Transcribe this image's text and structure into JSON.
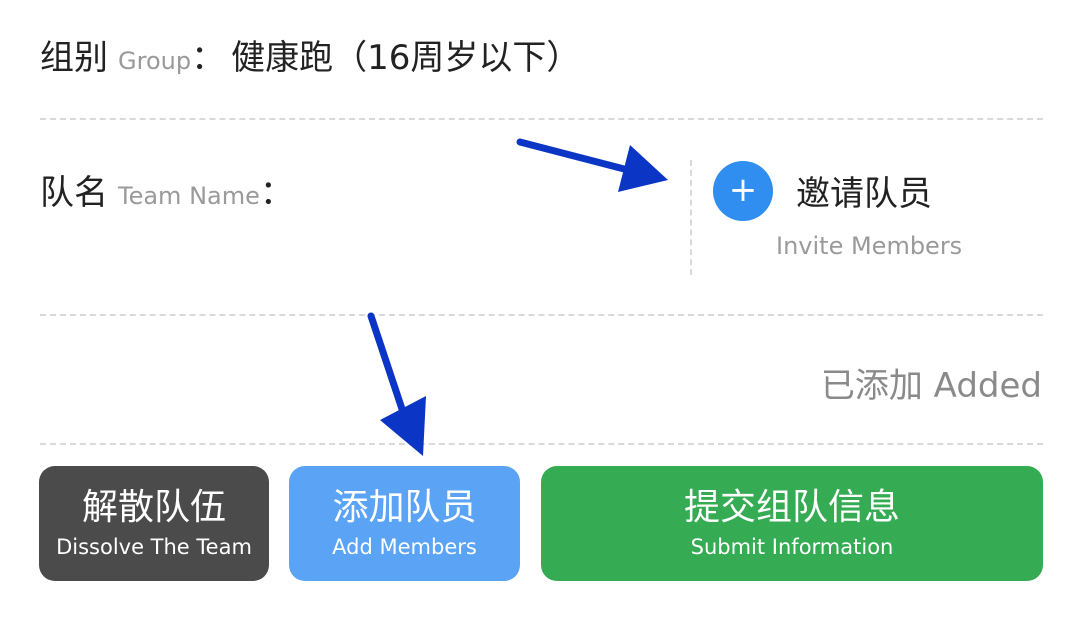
{
  "group": {
    "label_cn": "组别",
    "label_en": "Group",
    "colon": "：",
    "value": "健康跑（16周岁以下）"
  },
  "team": {
    "label_cn": "队名",
    "label_en": "Team Name",
    "colon": "："
  },
  "invite": {
    "icon": "plus-icon",
    "icon_glyph": "+",
    "label_cn": "邀请队员",
    "label_en": "Invite Members"
  },
  "added": {
    "text": "已添加 Added"
  },
  "buttons": {
    "dissolve": {
      "cn": "解散队伍",
      "en": "Dissolve The Team"
    },
    "add": {
      "cn": "添加队员",
      "en": "Add Members"
    },
    "submit": {
      "cn": "提交组队信息",
      "en": "Submit Information"
    }
  },
  "colors": {
    "invite_circle": "#2f8ef0",
    "dissolve_button": "#4b4b4b",
    "add_button": "#5aa3f5",
    "submit_button": "#35ab53",
    "annotation_arrow": "#0b35c4"
  }
}
